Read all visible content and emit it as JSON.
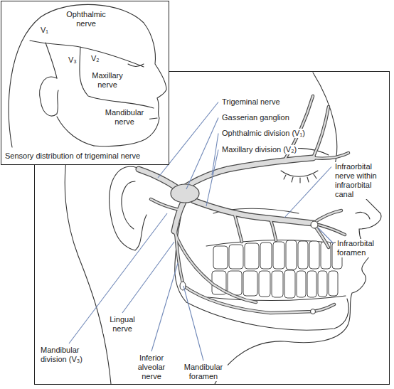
{
  "diagram": {
    "nodes": [
      {
        "text": [
          "V₁",
          "Ophthalmic nerve",
          "V₃",
          "V₂",
          "Maxillary nerve",
          "Mandibular nerve",
          "Sensory distribution of trigeminal nerve"
        ]
      },
      {
        "text": [
          "Trigeminal nerve",
          "Gasserian ganglion",
          "Ophthalmic division (V₁)",
          "Maxillary division (V₂)",
          "Infraorbital nerve within infraorbital canal",
          "Infraorbital foramen",
          "Mandibular division (V₃)",
          "Lingual nerve",
          "Inferior alveolar nerve",
          "Mandibular foramen"
        ]
      }
    ]
  }
}
